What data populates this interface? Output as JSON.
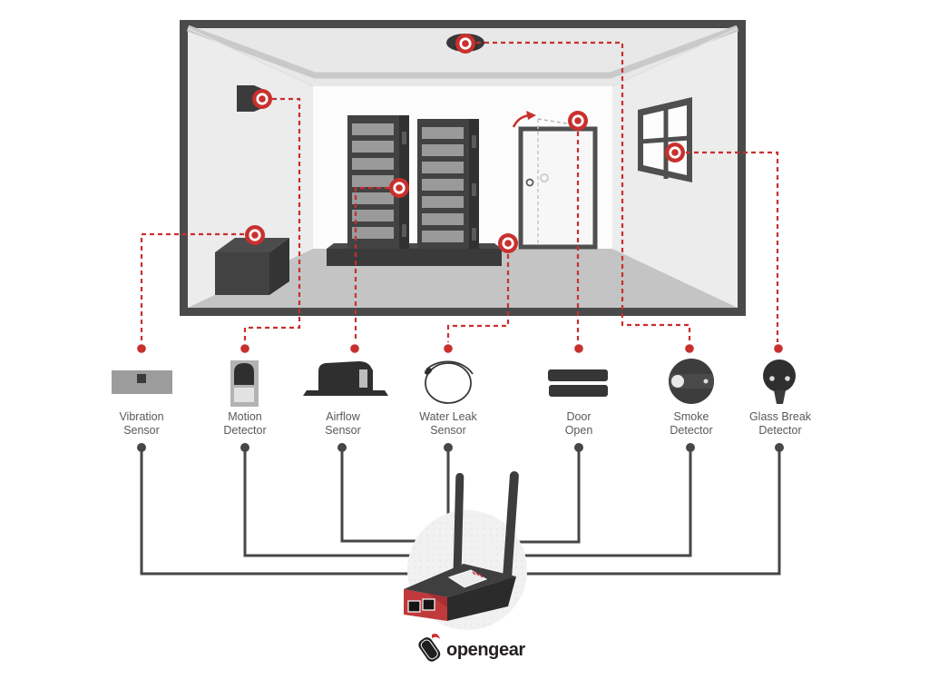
{
  "colors": {
    "red": "#c8302e",
    "dark": "#474747",
    "frame": "#4a4a4a",
    "wall": "#ececec",
    "ceiling": "#e8e8e8",
    "backwall": "#fcfcfc",
    "floor": "#c4c4c4",
    "device_body": "#3f3f3f",
    "device_panel_red": "#c0393b"
  },
  "sensors": [
    {
      "id": "vibration",
      "icon": "vibration-sensor-icon",
      "line1": "Vibration",
      "line2": "Sensor"
    },
    {
      "id": "motion",
      "icon": "motion-detector-icon",
      "line1": "Motion",
      "line2": "Detector"
    },
    {
      "id": "airflow",
      "icon": "airflow-sensor-icon",
      "line1": "Airflow",
      "line2": "Sensor"
    },
    {
      "id": "water-leak",
      "icon": "water-leak-sensor-icon",
      "line1": "Water Leak",
      "line2": "Sensor"
    },
    {
      "id": "door-open",
      "icon": "door-open-sensor-icon",
      "line1": "Door",
      "line2": "Open"
    },
    {
      "id": "smoke",
      "icon": "smoke-detector-icon",
      "line1": "Smoke",
      "line2": "Detector"
    },
    {
      "id": "glass-break",
      "icon": "glass-break-detector-icon",
      "line1": "Glass Break",
      "line2": "Detector"
    }
  ],
  "logo": {
    "text": "opengear"
  }
}
